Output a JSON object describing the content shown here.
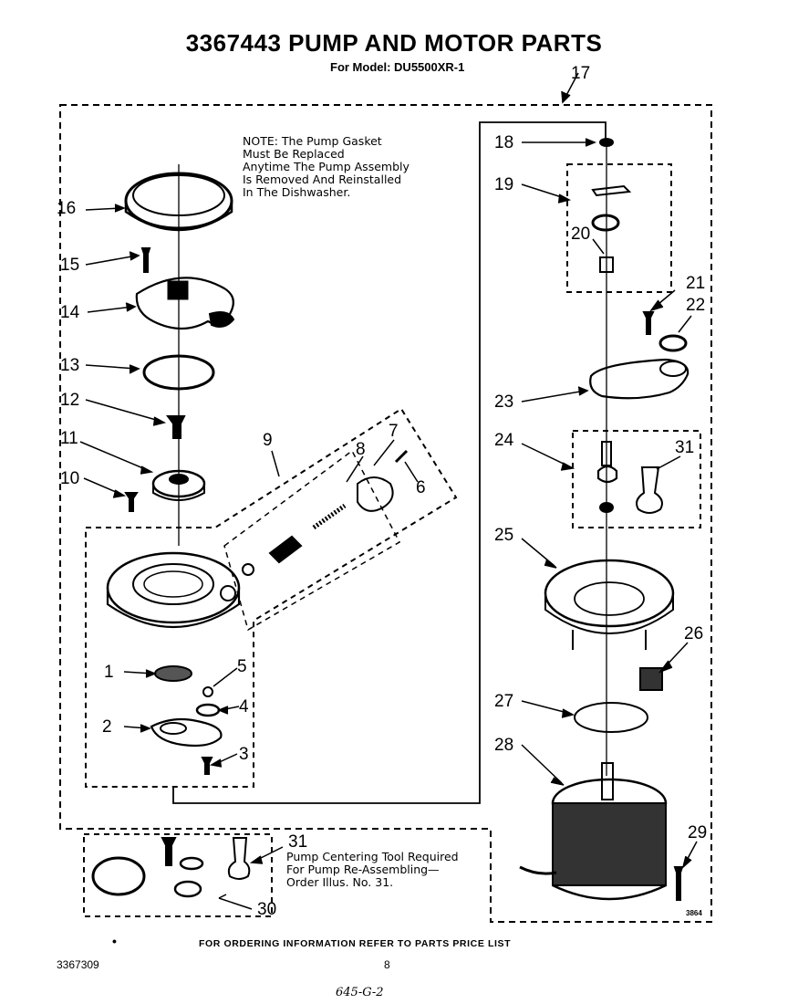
{
  "header": {
    "title": "3367443 PUMP AND MOTOR PARTS",
    "model": "For Model: DU5500XR-1"
  },
  "note": {
    "lines": [
      "NOTE: The Pump Gasket",
      "Must Be Replaced",
      "Anytime The Pump Assembly",
      "Is Removed And Reinstalled",
      "In The Dishwasher."
    ]
  },
  "tool_note": {
    "lines": [
      "Pump Centering Tool Required",
      "For Pump Re-Assembling—",
      "Order Illus. No. 31."
    ]
  },
  "labels": {
    "l1": "1",
    "l2": "2",
    "l3": "3",
    "l4": "4",
    "l5": "5",
    "l6": "6",
    "l7": "7",
    "l8": "8",
    "l9": "9",
    "l10": "10",
    "l11": "11",
    "l12": "12",
    "l13": "13",
    "l14": "14",
    "l15": "15",
    "l16": "16",
    "l17": "17",
    "l18": "18",
    "l19": "19",
    "l20": "20",
    "l21": "21",
    "l22": "22",
    "l23": "23",
    "l24": "24",
    "l25": "25",
    "l26": "26",
    "l27": "27",
    "l28": "28",
    "l29": "29",
    "l30": "30",
    "l31a": "31",
    "l31b": "31"
  },
  "figure_code": "3864",
  "footer": {
    "bullet": "•",
    "ordering": "FOR ORDERING INFORMATION REFER TO PARTS PRICE LIST",
    "doc_number": "3367309",
    "page_number": "8",
    "handwritten": "645-G-2"
  }
}
